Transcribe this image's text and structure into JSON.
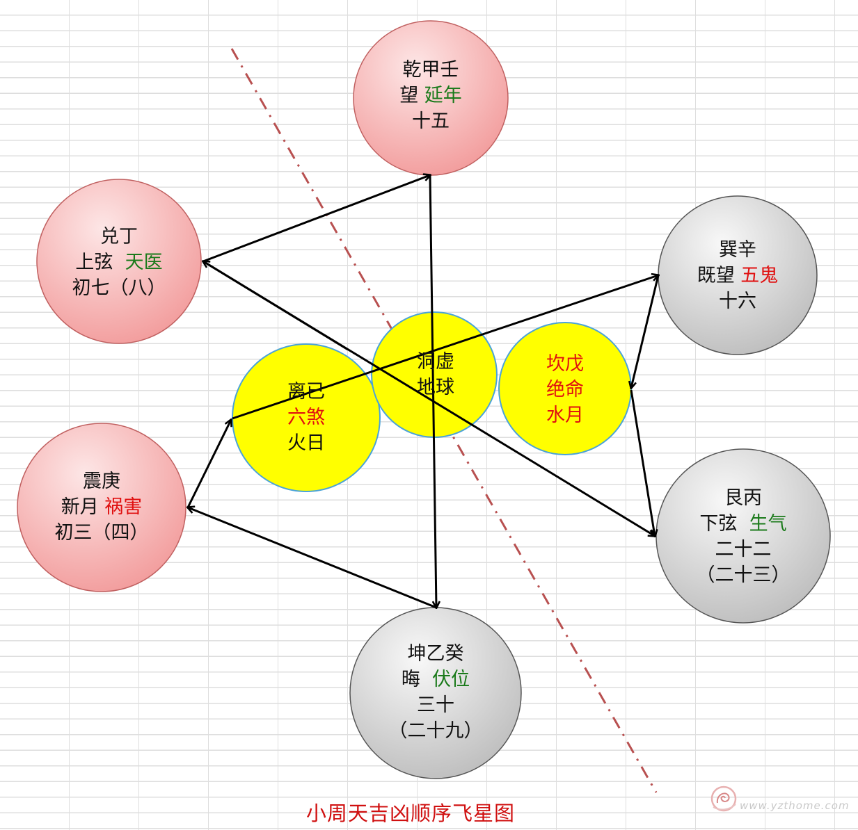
{
  "nodes": {
    "qian": {
      "line1": "乾甲壬",
      "line2a": "望",
      "line2b": "延年",
      "line3": "十五",
      "fill": "#f7b8b8"
    },
    "dui": {
      "line1": "兑丁",
      "line2a": "上弦",
      "line2b": "天医",
      "line3": "初七（八）",
      "fill": "#f7b8b8"
    },
    "zhen": {
      "line1": "震庚",
      "line2a": "新月",
      "line2b": "祸害",
      "line3": "初三（四）",
      "fill": "#f7b8b8"
    },
    "xun": {
      "line1": "巽辛",
      "line2a": "既望",
      "line2b": "五鬼",
      "line3": "十六",
      "fill": "#d6d6d6"
    },
    "gen": {
      "line1": "艮丙",
      "line2a": "下弦",
      "line2b": "生气",
      "line3": "二十二",
      "line4": "（二十三）",
      "fill": "#d6d6d6"
    },
    "kun": {
      "line1": "坤乙癸",
      "line2a": "晦",
      "line2b": "伏位",
      "line3": "三十",
      "line4": "（二十九）",
      "fill": "#d6d6d6"
    },
    "li": {
      "line1": "离已",
      "line2": "六煞",
      "line3": "火日",
      "fill": "#ffff00"
    },
    "center": {
      "line1": "洞虚",
      "line2": "地球",
      "fill": "#ffff00"
    },
    "kan": {
      "line1": "坎戊",
      "line2": "绝命",
      "line3": "水月",
      "fill": "#ffff00"
    }
  },
  "caption": "小周天吉凶顺序飞星图",
  "watermark": "www.yzthome.com",
  "colors": {
    "good": "#1a7a1a",
    "bad": "#e01010",
    "divider": "#b85050",
    "arrow": "#000000"
  }
}
